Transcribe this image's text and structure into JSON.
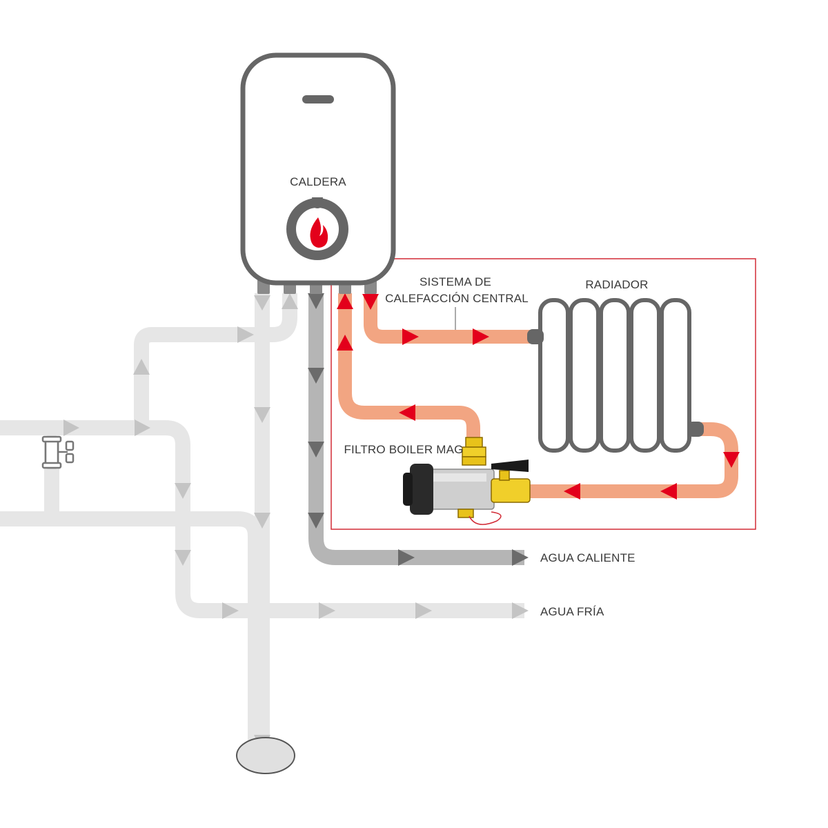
{
  "labels": {
    "boiler": "CALDERA",
    "system_line1": "SISTEMA DE",
    "system_line2": "CALEFACCIÓN CENTRAL",
    "radiator": "RADIADOR",
    "filter": "FILTRO BOILER MAG",
    "hot_water": "AGUA CALIENTE",
    "cold_water": "AGUA FRÍA"
  },
  "colors": {
    "outline": "#666666",
    "heating_pipe": "#f2a582",
    "arrow_red": "#e3001b",
    "hot_pipe": "#b5b5b5",
    "hot_arrow": "#6b6b6b",
    "cold_pipe": "#e6e6e6",
    "cold_arrow": "#c4c4c4",
    "highlight_box": "#d22a35",
    "brass": "#e8c21a"
  },
  "icons": [
    "flame-icon",
    "valve-icon",
    "drain-icon"
  ]
}
